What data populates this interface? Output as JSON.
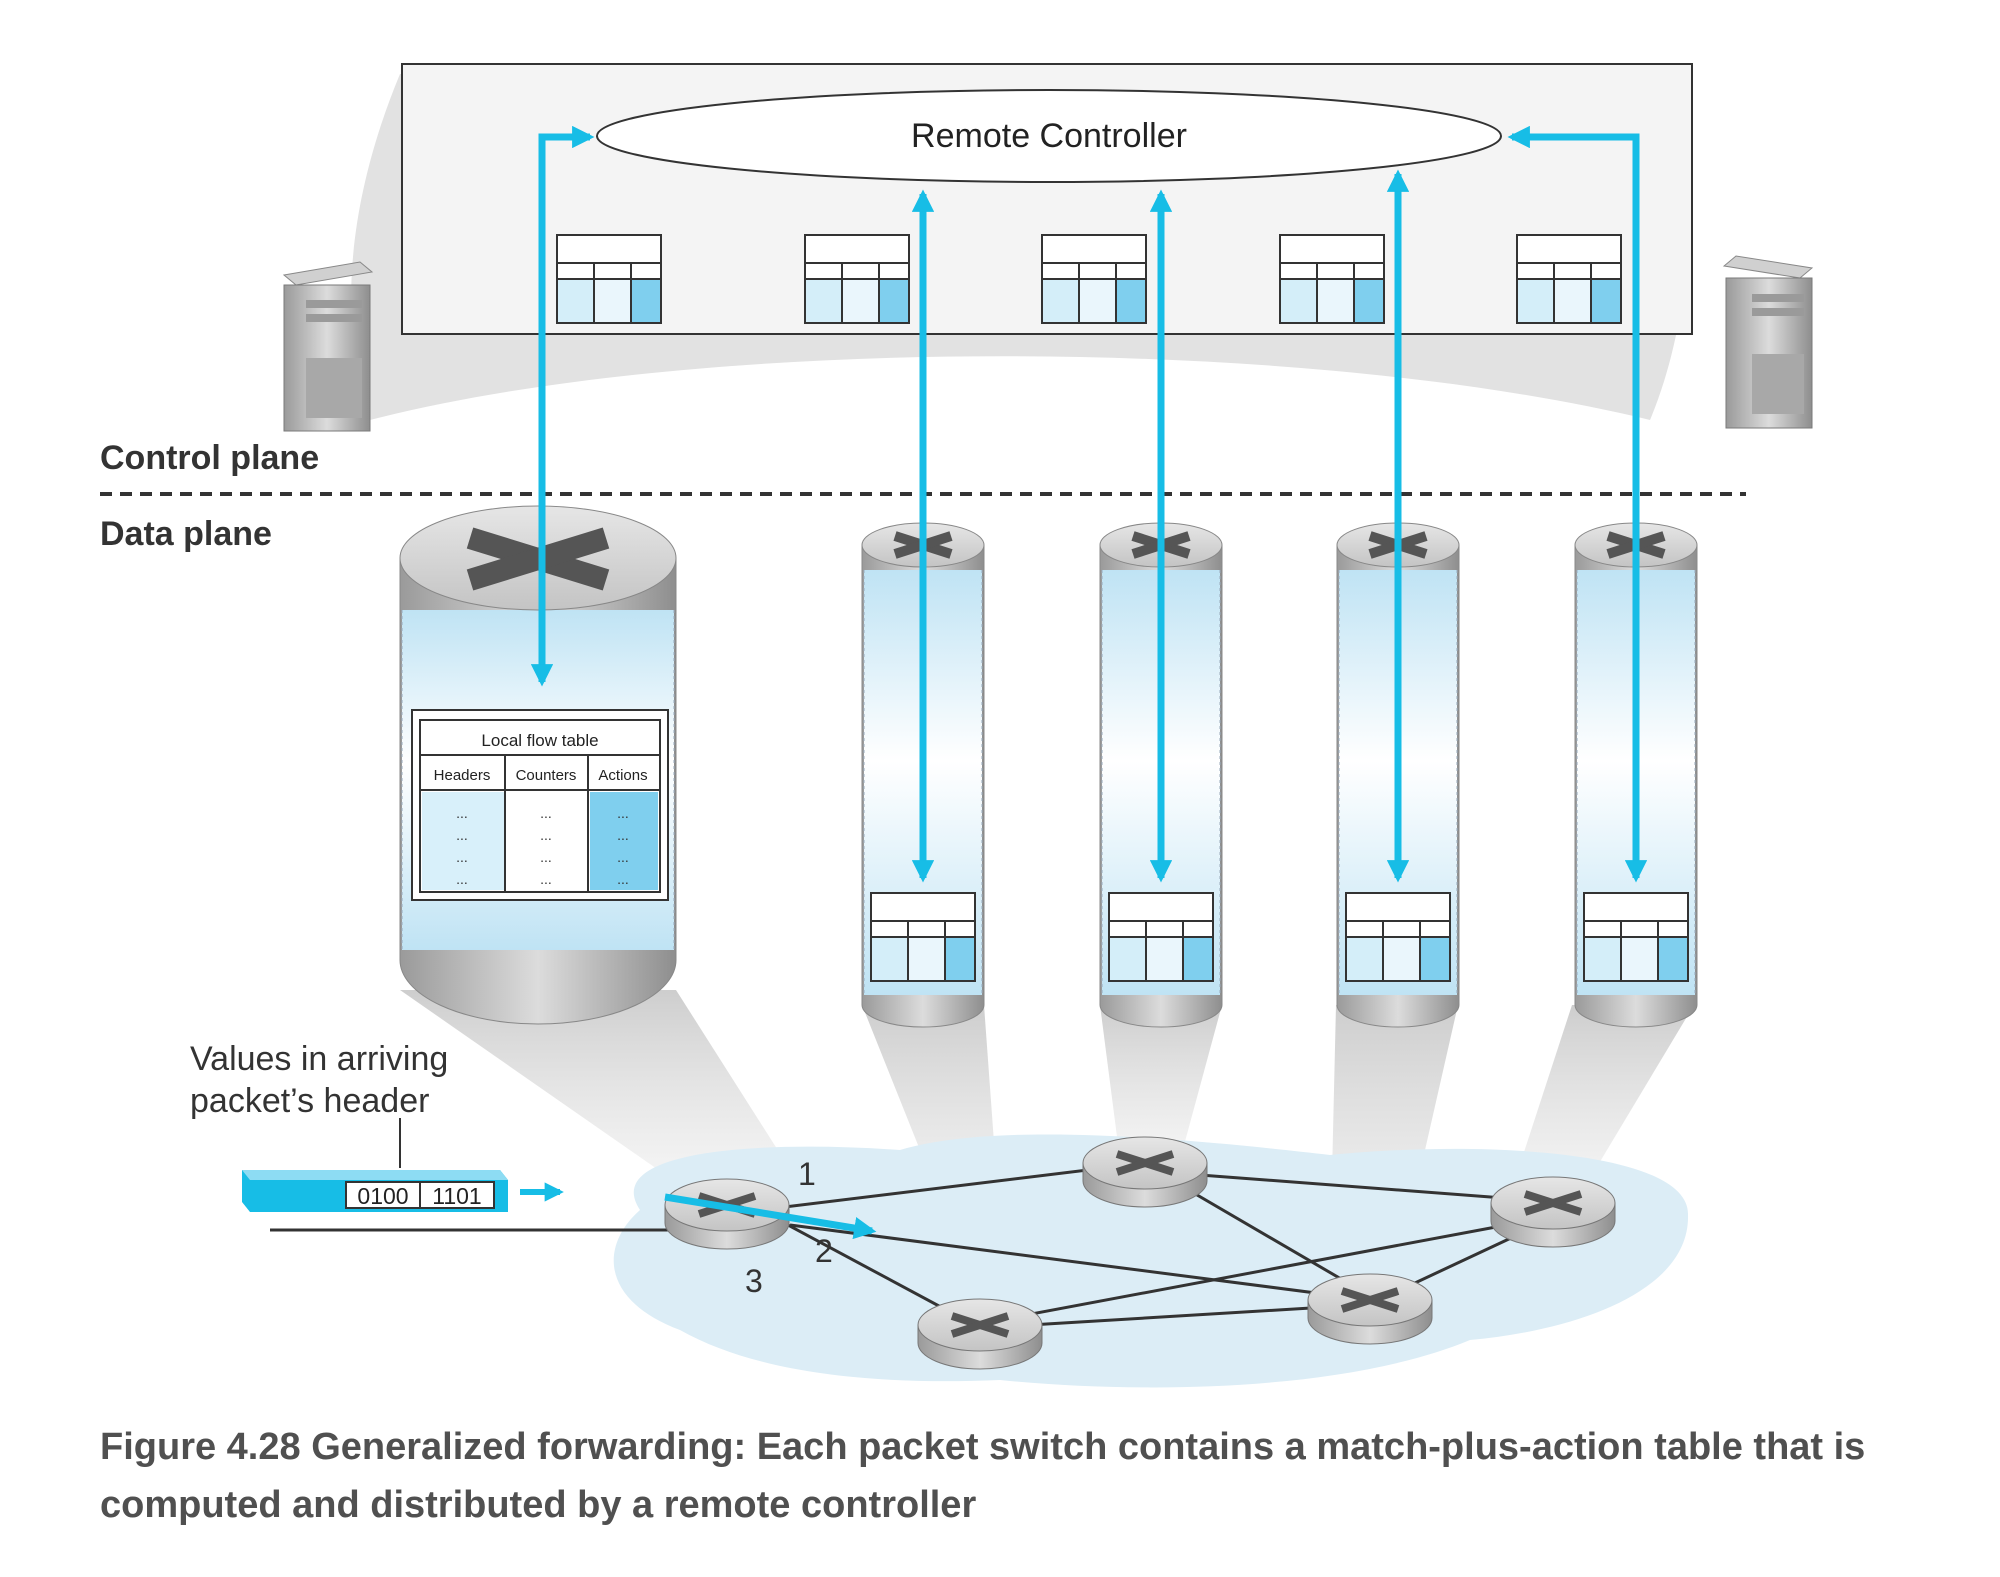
{
  "diagram": {
    "controller_label": "Remote Controller",
    "control_plane_label": "Control plane",
    "data_plane_label": "Data plane",
    "flow_table": {
      "title": "Local flow table",
      "columns": [
        "Headers",
        "Counters",
        "Actions"
      ],
      "cell": "..."
    },
    "packet": {
      "label_line1": "Values in arriving",
      "label_line2": "packet’s header",
      "field1": "0100",
      "field2": "1101"
    },
    "ports": [
      "1",
      "2",
      "3"
    ]
  },
  "colors": {
    "arrow": "#17bde6",
    "table_light": "#d4eef9",
    "table_accent": "#7fcfee",
    "cloud": "#dcedf6",
    "caption": "#505050"
  },
  "caption": "Figure 4.28 Generalized forwarding: Each packet switch contains a match-plus-action table that is computed and distributed by a remote controller"
}
